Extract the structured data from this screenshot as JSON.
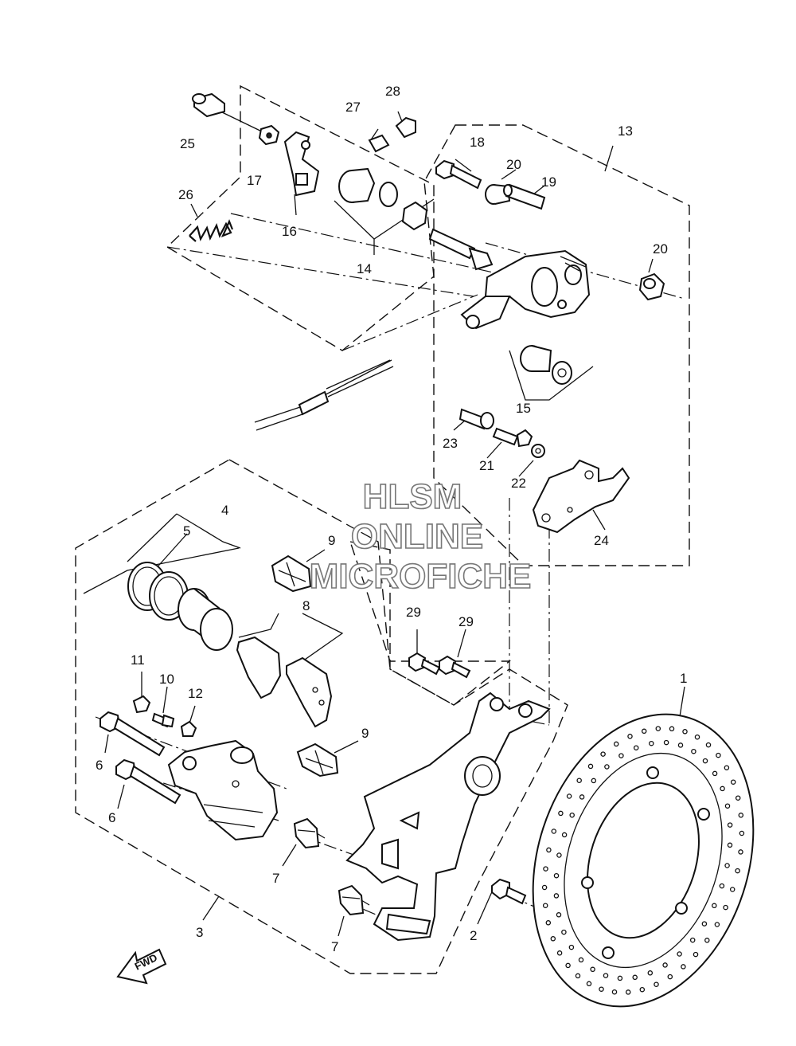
{
  "callouts": {
    "c1": "1",
    "c2": "2",
    "c3": "3",
    "c4": "4",
    "c5": "5",
    "c6a": "6",
    "c6b": "6",
    "c7a": "7",
    "c7b": "7",
    "c8": "8",
    "c9a": "9",
    "c9b": "9",
    "c10": "10",
    "c11": "11",
    "c12": "12",
    "c13": "13",
    "c14": "14",
    "c15": "15",
    "c16": "16",
    "c17": "17",
    "c18": "18",
    "c19": "19",
    "c20a": "20",
    "c20b": "20",
    "c21": "21",
    "c22": "22",
    "c23": "23",
    "c24": "24",
    "c25": "25",
    "c26": "26",
    "c27": "27",
    "c28": "28",
    "c29a": "29",
    "c29b": "29"
  },
  "watermark": {
    "line1": "HLSM",
    "line2": "ONLINE",
    "line3": "MICROFICHE"
  },
  "fwd_label": "FWD"
}
